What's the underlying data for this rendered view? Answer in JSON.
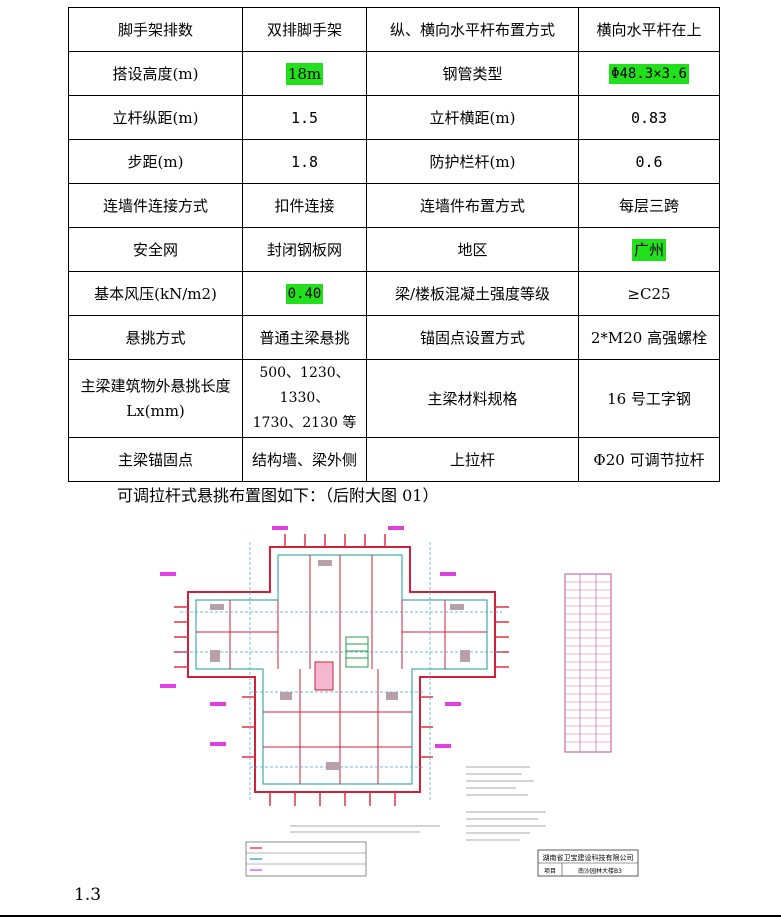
{
  "table": {
    "rows": [
      [
        "脚手架排数",
        "双排脚手架",
        "纵、横向水平杆布置方式",
        "横向水平杆在上"
      ],
      [
        "搭设高度(m)",
        "18m",
        "钢管类型",
        "Φ48.3×3.6"
      ],
      [
        "立杆纵距(m)",
        "1.5",
        "立杆横距(m)",
        "0.83"
      ],
      [
        "步距(m)",
        "1.8",
        "防护栏杆(m)",
        "0.6"
      ],
      [
        "连墙件连接方式",
        "扣件连接",
        "连墙件布置方式",
        "每层三跨"
      ],
      [
        "安全网",
        "封闭钢板网",
        "地区",
        "广州"
      ],
      [
        "基本风压(kN/m2)",
        "0.40",
        "梁/楼板混凝土强度等级",
        "≥C25"
      ],
      [
        "悬挑方式",
        "普通主梁悬挑",
        "锚固点设置方式",
        "2*M20 高强螺栓"
      ],
      [
        "主梁建筑物外悬挑长度",
        "Lx(mm)",
        "500、1230、1330、",
        "1730、2130 等",
        "主梁材料规格",
        "16 号工字钢"
      ],
      [
        "主梁锚固点",
        "结构墙、梁外侧",
        "上拉杆",
        "Φ20 可调节拉杆"
      ]
    ],
    "highlight_color": "#22e01c"
  },
  "caption": "可调拉杆式悬挑布置图如下：（后附大图 01）",
  "drawing": {
    "company": "湖南省卫宝建设科技有限公司",
    "project_label": "项目",
    "project_value": "南沙园林大楼B3"
  },
  "section_number": "1.3"
}
